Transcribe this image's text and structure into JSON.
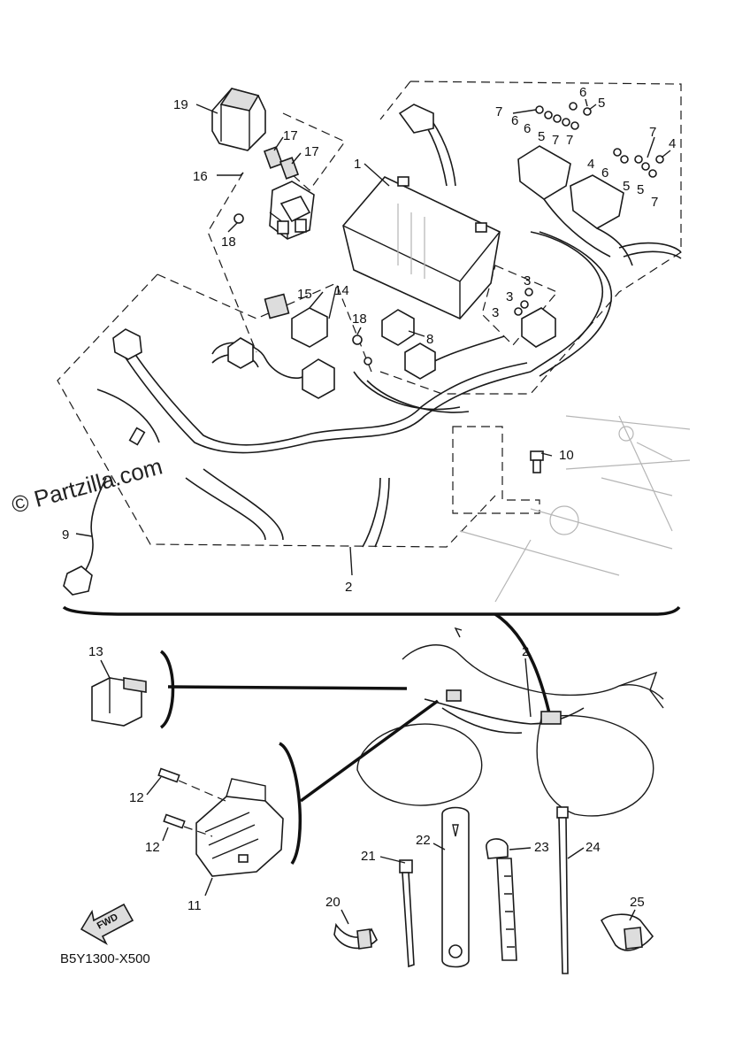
{
  "watermark": "© Partzilla.com",
  "diagram_code": "B5Y1300-X500",
  "fwd_label": "FWD",
  "callouts": {
    "c1": "1",
    "c2_upper": "2",
    "c2_lower": "2",
    "c3a": "3",
    "c3b": "3",
    "c3c": "3",
    "c4a": "4",
    "c4b": "4",
    "c5a": "5",
    "c5b": "5",
    "c5c": "5",
    "c5d": "5",
    "c6a": "6",
    "c6b": "6",
    "c6c": "6",
    "c6d": "6",
    "c7a": "7",
    "c7b": "7",
    "c7c": "7",
    "c7d": "7",
    "c7e": "7",
    "c8": "8",
    "c9": "9",
    "c10": "10",
    "c11": "11",
    "c12a": "12",
    "c12b": "12",
    "c13": "13",
    "c14": "14",
    "c15": "15",
    "c16": "16",
    "c17a": "17",
    "c17b": "17",
    "c18a": "18",
    "c18b": "18",
    "c19": "19",
    "c20": "20",
    "c21": "21",
    "c22": "22",
    "c23": "23",
    "c24": "24",
    "c25": "25"
  }
}
